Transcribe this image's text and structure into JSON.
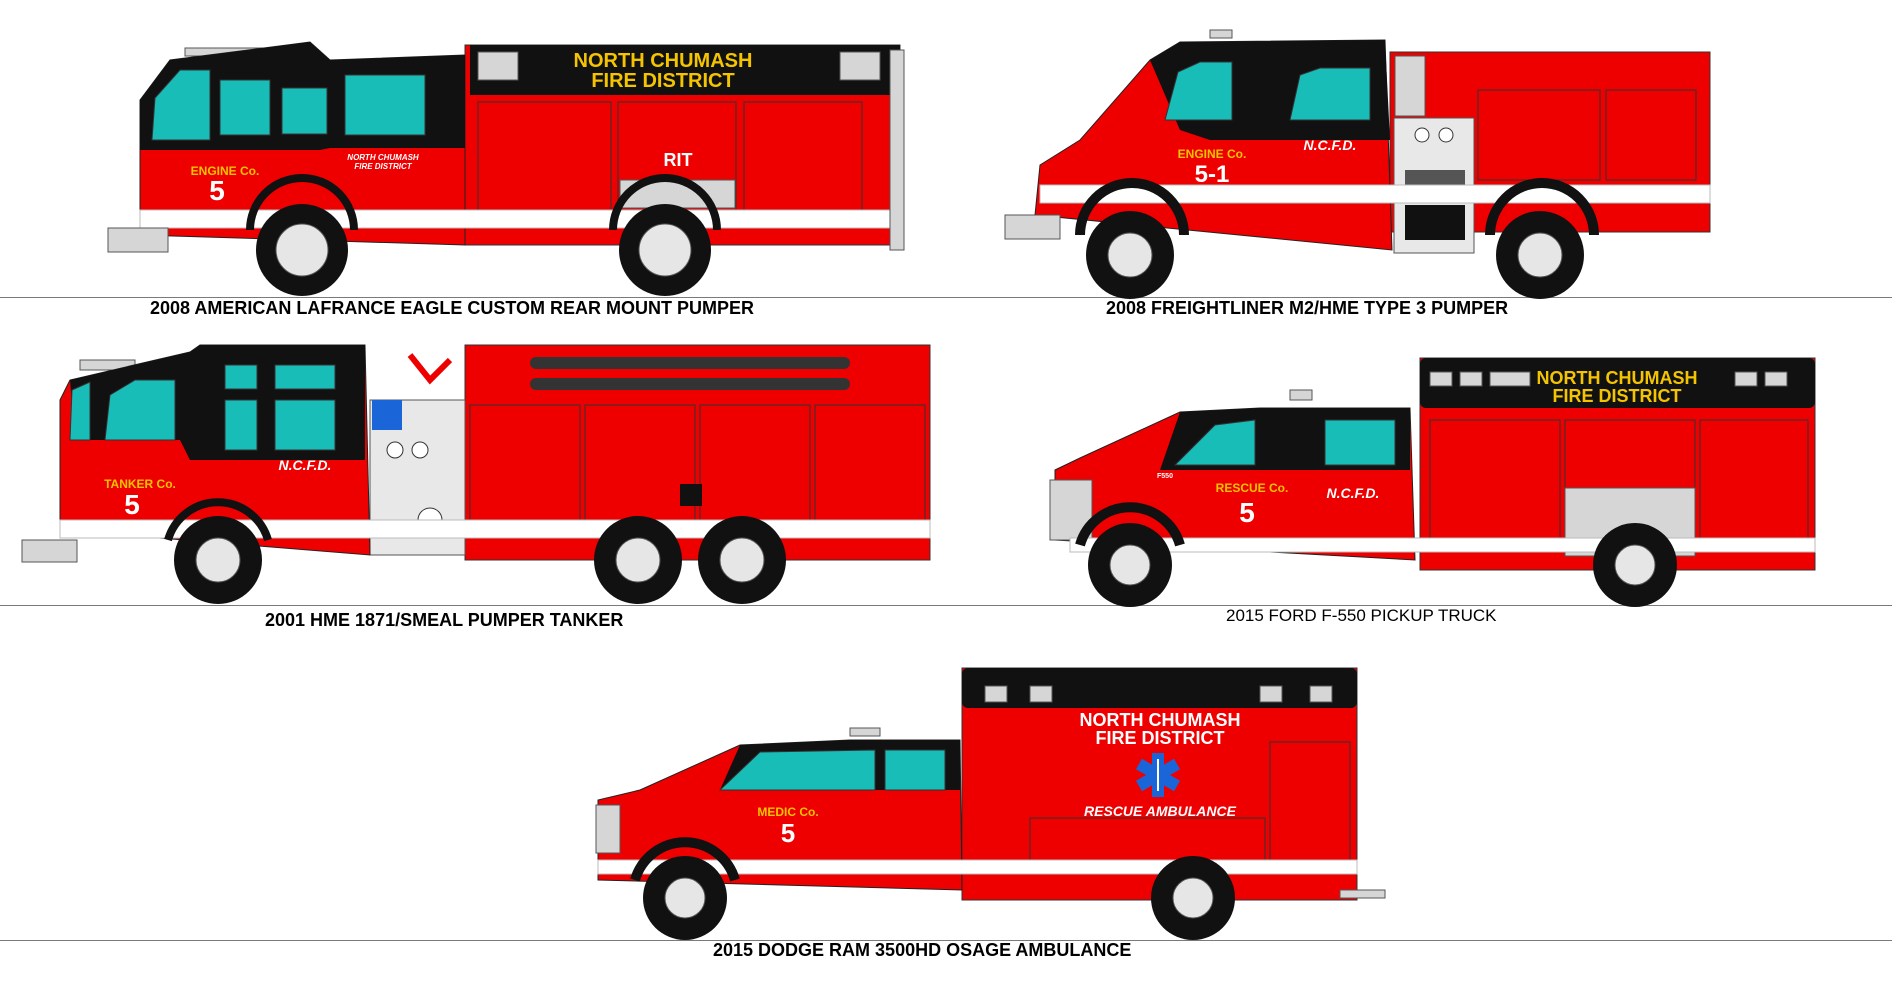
{
  "palette": {
    "body_red": "#ee0000",
    "cab_black": "#111111",
    "glass": "#18bdb8",
    "stripe_white": "#ffffff",
    "lettering_gold": "#f5c400",
    "chrome": "#d6d6d6",
    "star_of_life": "#1a66d9"
  },
  "vehicles": {
    "engine5": {
      "caption": "2008 AMERICAN LAFRANCE EAGLE CUSTOM REAR MOUNT PUMPER",
      "unit_label": "ENGINE Co.",
      "unit_number": "5",
      "door_text_line1": "NORTH CHUMASH",
      "door_text_line2": "FIRE DISTRICT",
      "banner_line1": "NORTH CHUMASH",
      "banner_line2": "FIRE DISTRICT",
      "compartment_text": "RIT"
    },
    "engine51": {
      "caption": "2008 FREIGHTLINER M2/HME TYPE 3 PUMPER",
      "unit_label": "ENGINE Co.",
      "unit_number": "5-1",
      "dept_initials": "N.C.F.D."
    },
    "tanker5": {
      "caption": "2001 HME 1871/SMEAL PUMPER TANKER",
      "unit_label": "TANKER Co.",
      "unit_number": "5",
      "dept_initials": "N.C.F.D."
    },
    "rescue5": {
      "caption": "2015 FORD F-550 PICKUP TRUCK",
      "unit_label": "RESCUE Co.",
      "unit_number": "5",
      "dept_initials": "N.C.F.D.",
      "model_badge": "F550",
      "banner_line1": "NORTH CHUMASH",
      "banner_line2": "FIRE DISTRICT"
    },
    "medic5": {
      "caption": "2015 DODGE RAM 3500HD OSAGE AMBULANCE",
      "unit_label": "MEDIC Co.",
      "unit_number": "5",
      "box_line1": "NORTH CHUMASH",
      "box_line2": "FIRE DISTRICT",
      "box_service": "RESCUE AMBULANCE"
    }
  }
}
